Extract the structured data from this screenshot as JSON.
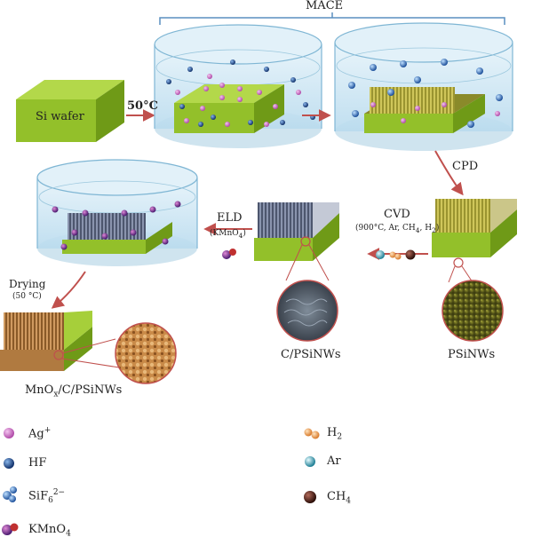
{
  "labels": {
    "mace": "MACE",
    "si_wafer": "Si wafer",
    "temp_50": "50°C",
    "cpd": "CPD",
    "cvd": "CVD",
    "cvd_cond": "(900°C, Ar, CH",
    "cvd_cond_4": "4",
    "cvd_cond_mid": ", H",
    "cvd_cond_2": "2",
    "cvd_cond_end": ")",
    "eld": "ELD",
    "eld_reagent": "(KMnO",
    "eld_reagent_sub": "4",
    "eld_reagent_end": ")",
    "drying": "Drying",
    "drying_temp": "(50 °C)",
    "c_psinws": "C/PSiNWs",
    "psinws": "PSiNWs",
    "mnox_a": "MnO",
    "mnox_sub": "x",
    "mnox_b": "/C/PSiNWs"
  },
  "legend": {
    "ag_base": "Ag",
    "ag_sup": "+",
    "hf": "HF",
    "sif6_base": "SiF",
    "sif6_sub": "6",
    "sif6_sup": "2−",
    "kmno4_base": "KMnO",
    "kmno4_sub": "4",
    "h2_base": "H",
    "h2_sub": "2",
    "ar": "Ar",
    "ch4_base": "CH",
    "ch4_sub": "4"
  },
  "colors": {
    "wafer_top": "#a6cf3a",
    "wafer_front": "#8dbb22",
    "wafer_side": "#6f9a17",
    "beaker_water": "#cfe6f2",
    "beaker_rim": "#7fb6d4",
    "arrow": "#c0504d",
    "nw_olive": "#b7b13a",
    "nw_gray": "#6f7a92",
    "nw_brown": "#b08048",
    "ag": "#d070c8",
    "hf": "#1f4fa0",
    "sif6": "#2f6fc0",
    "kmno4": "#7b2fa0",
    "h2": "#e8a050",
    "ar": "#4aa6b8",
    "ch4": "#5a2a20"
  }
}
